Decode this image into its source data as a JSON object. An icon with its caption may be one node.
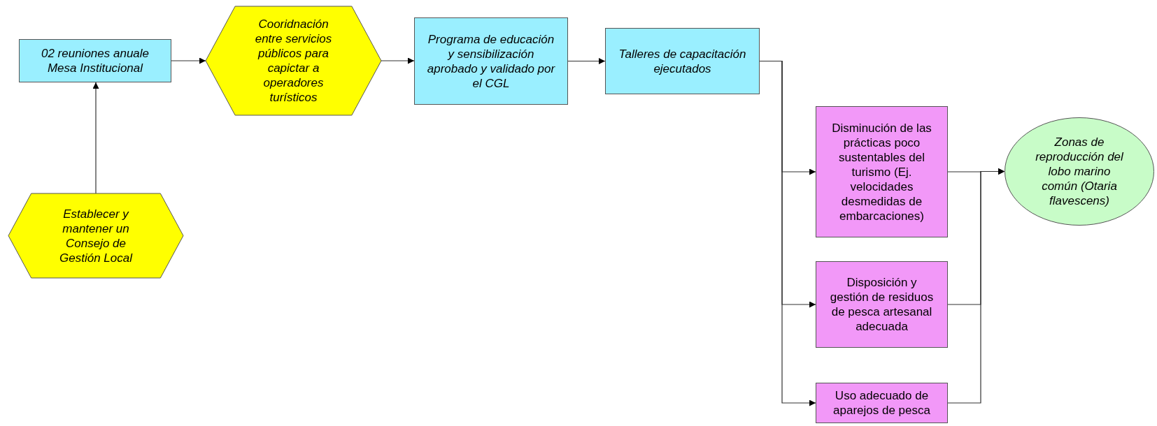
{
  "diagram": {
    "nodes": [
      {
        "text": [
          "02 reuniones anuale Mesa Institucional"
        ]
      },
      {
        "text": [
          "Cooridnación entre servicios públicos para capictar a operadores turísticos"
        ]
      },
      {
        "text": [
          "Programa de educación y sensibilización aprobado y validado por el CGL"
        ]
      },
      {
        "text": [
          "Talleres de capacitación ejecutados"
        ]
      },
      {
        "text": [
          "Establecer y mantener un Consejo de Gestión Local"
        ]
      },
      {
        "text": [
          "Disminución de las prácticas poco sustentables del turismo (Ej. velocidades desmedidas de embarcaciones)"
        ]
      },
      {
        "text": [
          "Disposición y gestión de residuos de pesca artesanal adecuada"
        ]
      },
      {
        "text": [
          "Uso adecuado de aparejos de pesca"
        ]
      },
      {
        "text": [
          "Zonas de reproducción del lobo marino común (Otaria flavescens)"
        ]
      }
    ],
    "edges": [
      {
        "from": 4,
        "to": 0,
        "arrow": "to"
      },
      {
        "from": 0,
        "to": 1,
        "arrow": "to"
      },
      {
        "from": 1,
        "to": 2,
        "arrow": "to"
      },
      {
        "from": 2,
        "to": 3,
        "arrow": "to"
      },
      {
        "from": 3,
        "to": 5,
        "arrow": "to"
      },
      {
        "from": 3,
        "to": 6,
        "arrow": "to"
      },
      {
        "from": 3,
        "to": 7,
        "arrow": "to"
      },
      {
        "from": 5,
        "to": 8,
        "arrow": "to"
      },
      {
        "from": 6,
        "to": 8,
        "arrow": "to"
      },
      {
        "from": 7,
        "to": 8,
        "arrow": "to"
      }
    ]
  }
}
